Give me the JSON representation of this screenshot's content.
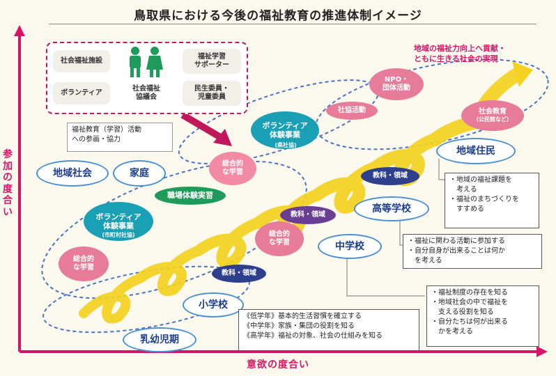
{
  "title": "鳥取県における今後の福祉教育の推進体制イメージ",
  "goal_text": "地域の福祉力向上へ貢献・\nともに生きる社会の実現",
  "axes": {
    "y_label": "参加の度合い",
    "x_label": "意欲の度合い"
  },
  "stakeholders": {
    "welfare_facility": "社会福祉施設",
    "volunteer": "ボランティア",
    "council": "社会福祉\n協議会",
    "supporter": "福祉学習\nサポーター",
    "commissioner": "民生委員・\n児童委員"
  },
  "participation_note": "福祉教育（学習）活動\nへの参画・協力",
  "stages": {
    "infant": "乳幼児期",
    "elementary": "小学校",
    "junior_high": "中学校",
    "high_school": "高等学校",
    "resident": "地域住民",
    "community": "地域社会",
    "family": "家庭"
  },
  "activities": {
    "volunteer_municipal": "ボランティア\n体験事業",
    "volunteer_municipal_sub": "(市町村社協)",
    "volunteer_pref": "ボランティア\n体験事業",
    "volunteer_pref_sub": "(県社協)",
    "integrated_1": "総合的\nな学習",
    "integrated_2": "総合的\nな学習",
    "integrated_3": "総合的\nな学習",
    "subject_1": "教科・領域",
    "subject_2": "教科・領域",
    "subject_3": "教科・領域",
    "workplace": "職場体験実習",
    "social_activity": "社協活動",
    "npo": "NPO・\n団体活動",
    "social_education": "社会教育",
    "social_education_sub": "（公民館など）"
  },
  "notes": {
    "elementary_grades": "《低学年》基本的生活習慣を確立する\n《中学年》家族・集団の役割を知る\n《高学年》福祉の対象、社会の仕組みを知る",
    "junior_high_goals": "・福祉制度の存在を知る\n・地域社会の中で福祉を\n　支える役割を知る\n・自分たちは何が出来る\n　かを考える",
    "high_school_goals": "・福祉に関わる活動に参加する\n・自分自身が出来ることは何か\n　を考える",
    "resident_goals": "・地域の福祉課題を\n　考える\n・福祉のまちづくりを\n　すすめる"
  },
  "colors": {
    "axis_magenta": "#d81565",
    "spiral_yellow": "#f4d21f",
    "dashed_blue": "#4a72c4",
    "teal": "#1aa0b5",
    "pink": "#e77b9a",
    "navy": "#2e3f8e",
    "purple": "#6a3f93",
    "green": "#1e9b5a"
  }
}
